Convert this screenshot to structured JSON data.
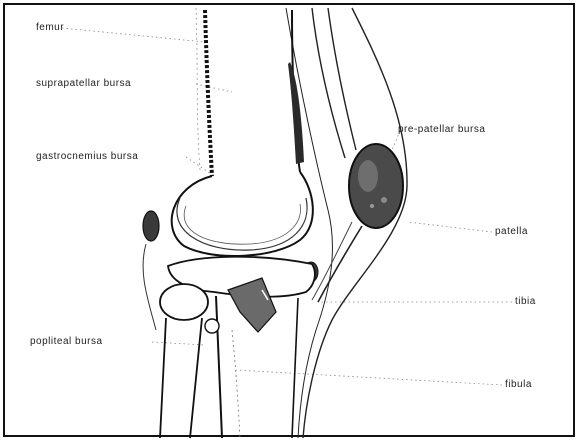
{
  "labels": {
    "femur": "femur",
    "suprapatellar": "suprapatellar bursa",
    "gastrocnemius": "gastrocnemius bursa",
    "prepatellar": "pre-patellar bursa",
    "patella": "patella",
    "tibia": "tibia",
    "popliteal": "popliteal bursa",
    "fibula": "fibula"
  }
}
